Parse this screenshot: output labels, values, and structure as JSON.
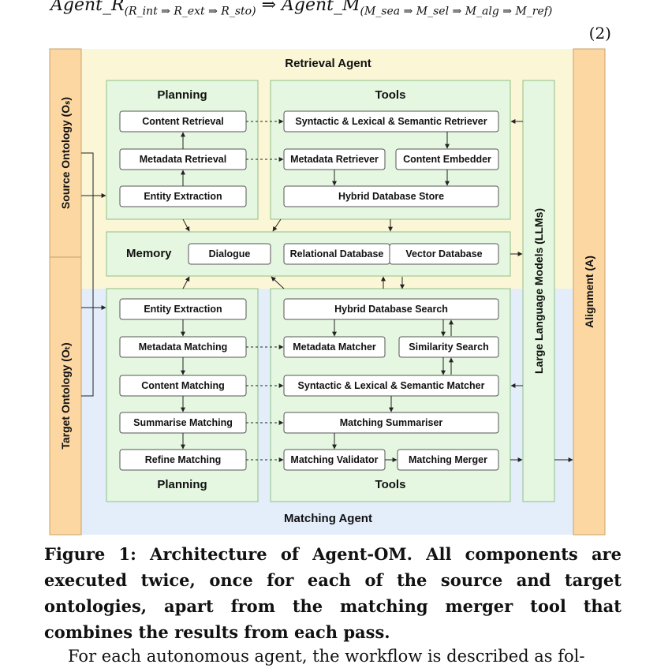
{
  "formula": {
    "lhs_name": "Agent_R",
    "lhs_sub": "(R_int ⇒ R_ext ⇒ R_sto)",
    "arrow": "⇒",
    "rhs_name": "Agent_M",
    "rhs_sub": "(M_sea ⇒ M_sel ⇒ M_alg ⇒ M_ref)",
    "number": "(2)"
  },
  "diagram": {
    "retrieval_agent": "Retrieval Agent",
    "matching_agent": "Matching Agent",
    "source_ontology": "Source Ontology (Oₛ)",
    "target_ontology": "Target Ontology (Oₜ)",
    "alignment": "Alignment (A)",
    "llm": "Large Language Models (LLMs)",
    "retrieval_planning": {
      "title": "Planning",
      "items": [
        "Content Retrieval",
        "Metadata Retrieval",
        "Entity Extraction"
      ]
    },
    "retrieval_tools": {
      "title": "Tools",
      "semantic_retriever": "Syntactic & Lexical & Semantic Retriever",
      "metadata_retriever": "Metadata Retriever",
      "content_embedder": "Content Embedder",
      "hybrid_store": "Hybrid Database Store"
    },
    "memory": {
      "title": "Memory",
      "dialogue": "Dialogue",
      "relational": "Relational Database",
      "vector": "Vector Database"
    },
    "matching_planning": {
      "title": "Planning",
      "items": [
        "Entity Extraction",
        "Metadata Matching",
        "Content Matching",
        "Summarise Matching",
        "Refine Matching"
      ]
    },
    "matching_tools": {
      "title": "Tools",
      "hybrid_search": "Hybrid Database Search",
      "metadata_matcher": "Metadata Matcher",
      "similarity_search": "Similarity Search",
      "semantic_matcher": "Syntactic & Lexical & Semantic Matcher",
      "summariser": "Matching Summariser",
      "validator": "Matching Validator",
      "merger": "Matching Merger"
    },
    "colors": {
      "retrieval_bg": "#fbf6d6",
      "matching_bg": "#e4eefb",
      "panel_fill": "#e5f7e1",
      "panel_stroke": "#8fbf88",
      "orange_fill": "#fcd7a1",
      "orange_stroke": "#c9a06a"
    }
  },
  "caption": "Figure 1: Architecture of Agent-OM. All components are executed twice, once for each of the source and target ontologies, apart from the matching merger tool that combines the results from each pass.",
  "body_text": "For each autonomous agent, the workflow is described as fol-"
}
